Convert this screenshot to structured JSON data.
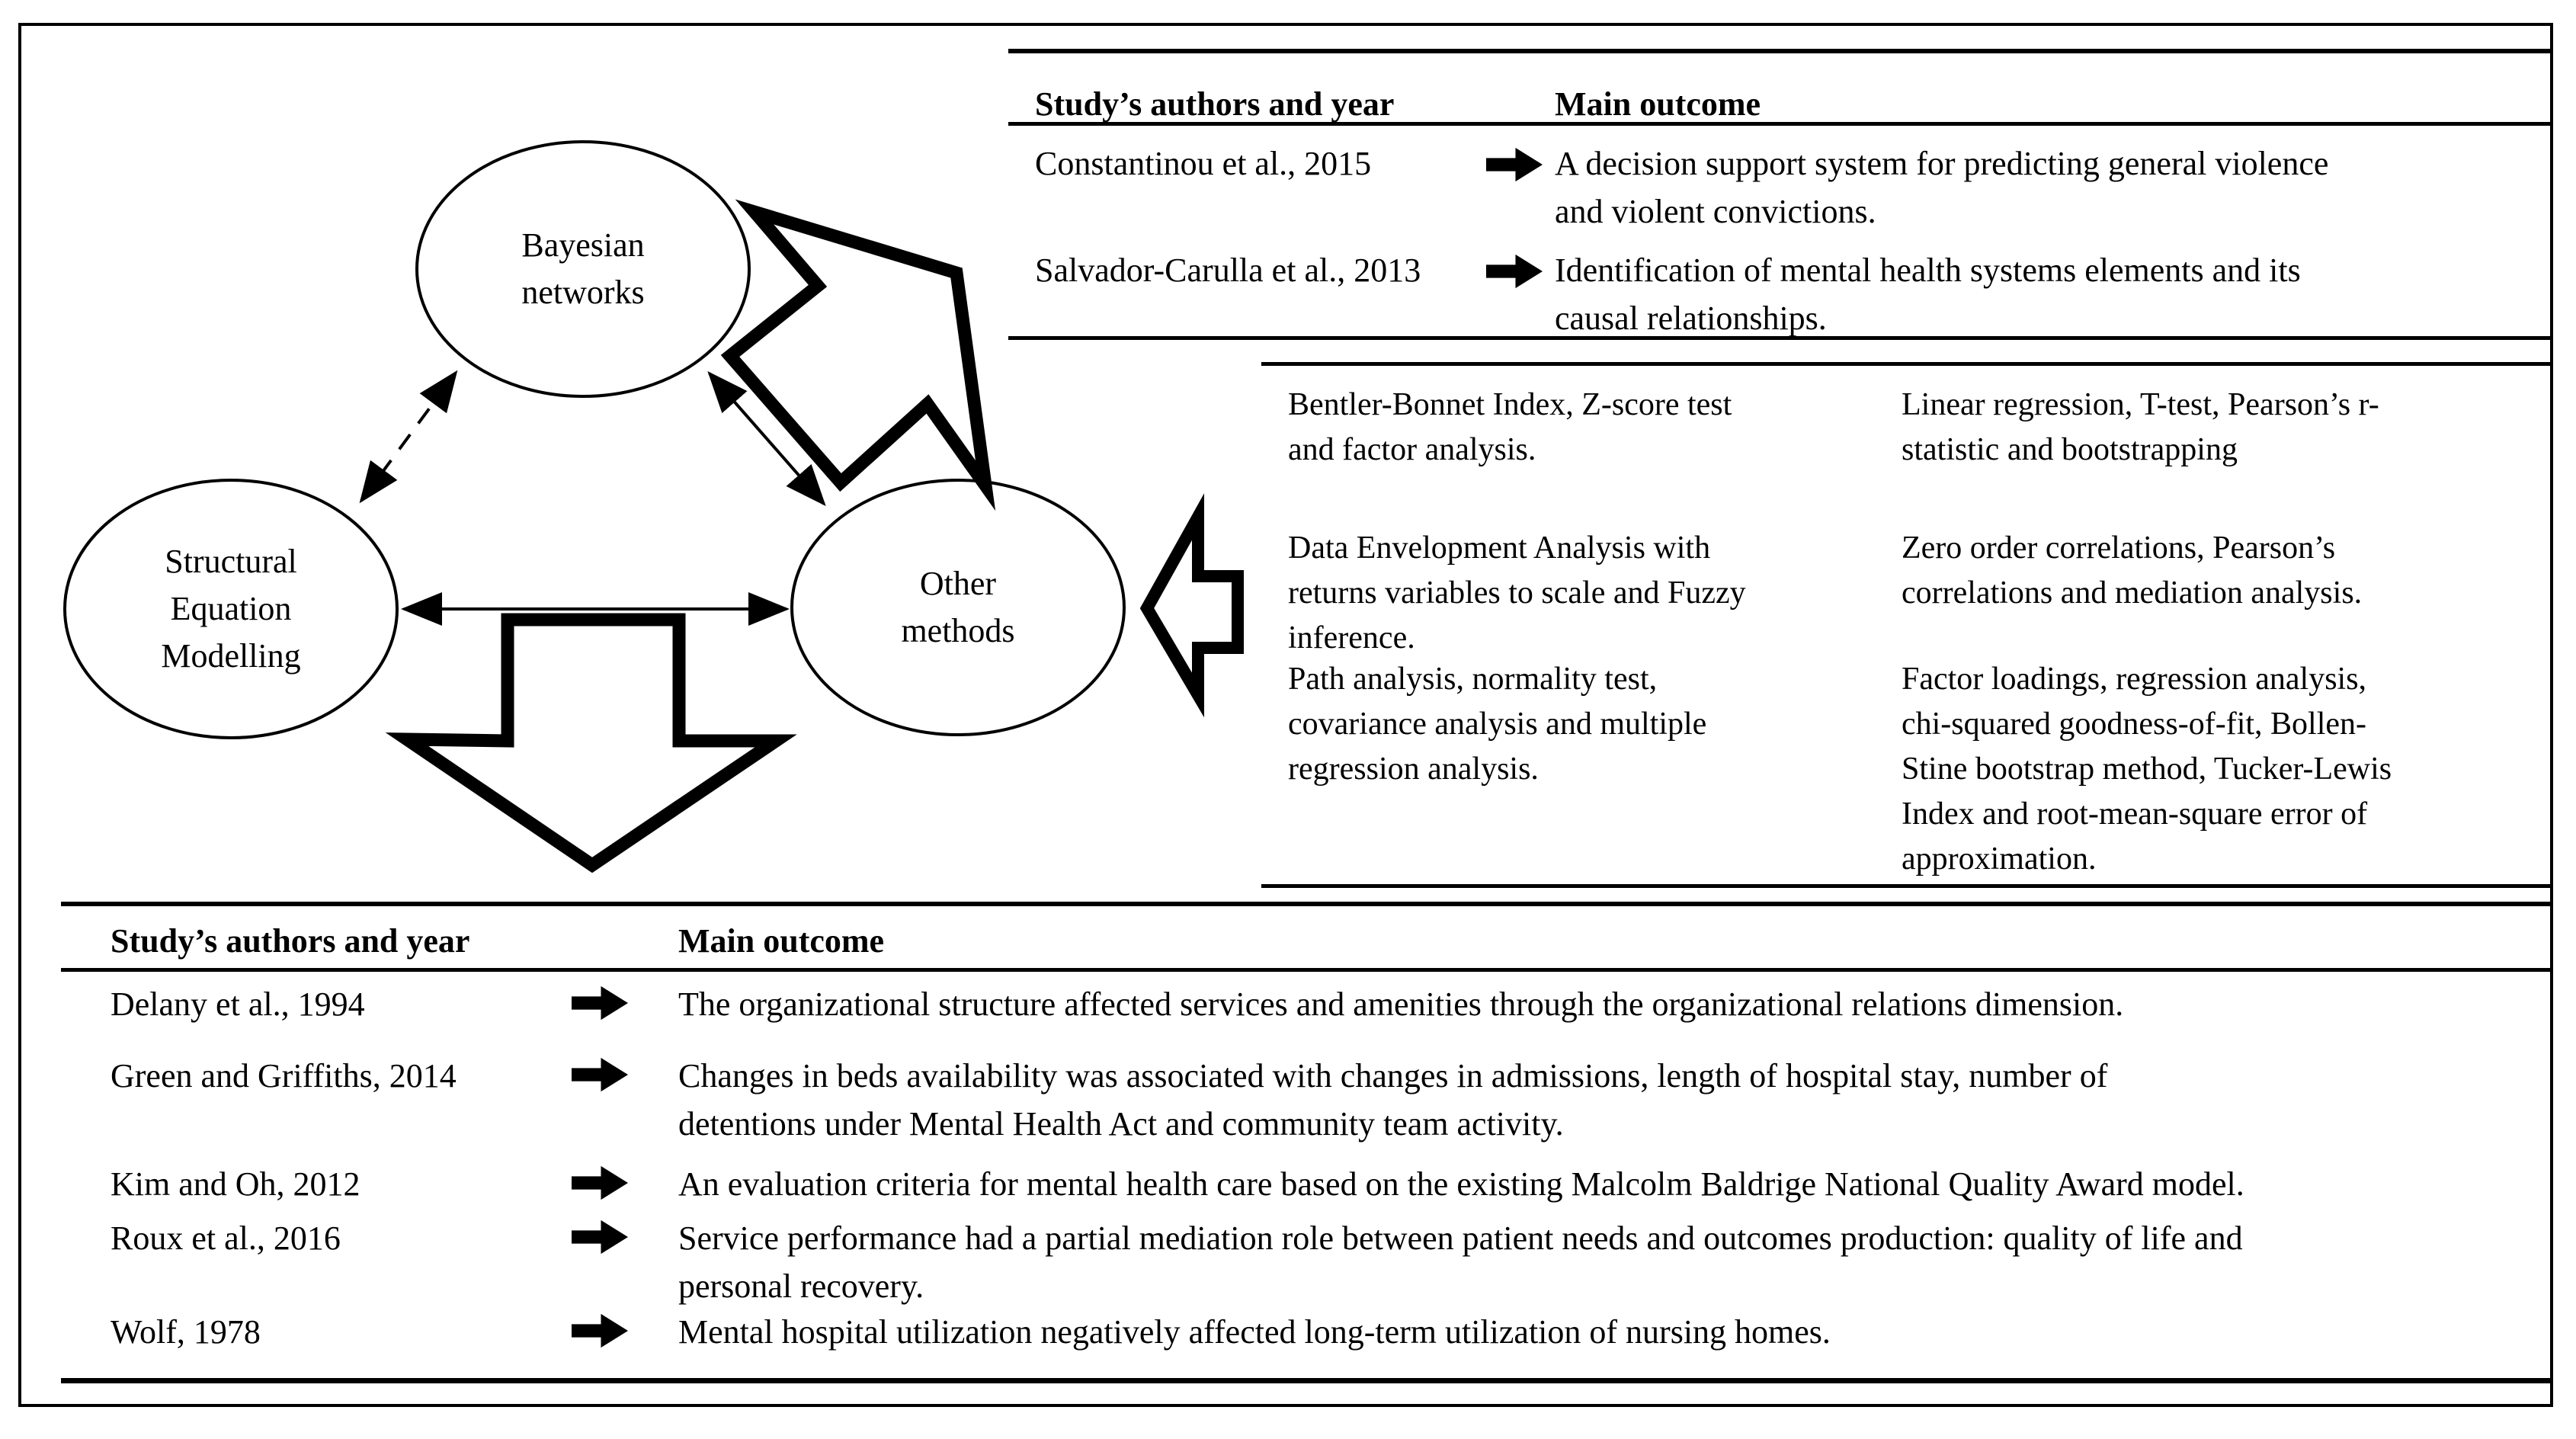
{
  "diagram": {
    "nodes": {
      "bayesian": {
        "label": "Bayesian\nnetworks"
      },
      "sem": {
        "label": "Structural\nEquation\nModelling"
      },
      "other": {
        "label": "Other\nmethods"
      }
    },
    "colors": {
      "stroke": "#000000",
      "fill": "#ffffff"
    },
    "icons": {
      "row_marker": "right-arrow-icon"
    }
  },
  "top_table": {
    "col_author": "Study’s authors and year",
    "col_outcome": "Main outcome",
    "rows": [
      {
        "author": "Constantinou et al., 2015",
        "outcome": "A decision support system for predicting general violence\nand violent convictions."
      },
      {
        "author": "Salvador-Carulla et al., 2013",
        "outcome": "Identification of mental health systems elements and its\ncausal relationships."
      }
    ]
  },
  "methods_table": {
    "left": [
      "Bentler-Bonnet Index, Z-score test\nand factor analysis.",
      "Data Envelopment Analysis with\nreturns variables to scale and Fuzzy\ninference.",
      "Path analysis, normality test,\ncovariance analysis and multiple\nregression analysis."
    ],
    "right": [
      "Linear regression, T-test, Pearson’s r-\nstatistic and bootstrapping",
      "Zero order correlations, Pearson’s\ncorrelations and mediation analysis.",
      "Factor loadings, regression analysis,\nchi-squared goodness-of-fit, Bollen-\nStine bootstrap method, Tucker-Lewis\nIndex and root-mean-square error of\napproximation."
    ]
  },
  "bottom_table": {
    "col_author": "Study’s authors and year",
    "col_outcome": "Main outcome",
    "rows": [
      {
        "author": "Delany et al., 1994",
        "outcome": "The organizational structure affected services and amenities through the organizational relations dimension."
      },
      {
        "author": "Green and Griffiths, 2014",
        "outcome": "Changes in beds availability was associated with changes in admissions, length of hospital stay, number of\ndetentions under Mental Health Act and community team activity."
      },
      {
        "author": "Kim and Oh, 2012",
        "outcome": "An evaluation criteria for mental health care based on the existing Malcolm Baldrige National Quality Award model."
      },
      {
        "author": "Roux et al., 2016",
        "outcome": "Service performance had a partial mediation role between patient needs and outcomes production: quality of life and\npersonal recovery."
      },
      {
        "author": "Wolf, 1978",
        "outcome": "Mental hospital utilization negatively affected long-term utilization of nursing homes."
      }
    ]
  }
}
